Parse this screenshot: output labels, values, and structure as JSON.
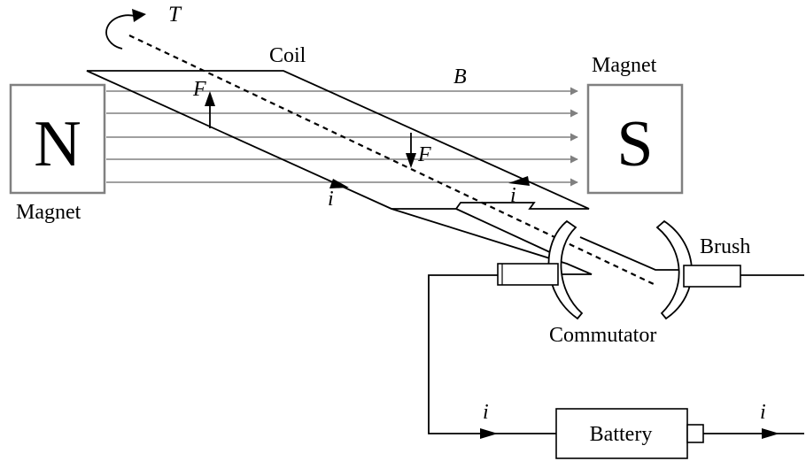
{
  "labels": {
    "torque": "T",
    "coil": "Coil",
    "field": "B",
    "magnet_north_pole": "N",
    "magnet_south_pole": "S",
    "magnet_left": "Magnet",
    "magnet_right": "Magnet",
    "force_up": "F",
    "force_down": "F",
    "current_coil_bottom": "i",
    "current_coil_right": "i",
    "brush": "Brush",
    "commutator": "Commutator",
    "battery": "Battery",
    "current_wire_left": "i",
    "current_wire_right": "i"
  },
  "colors": {
    "line": "#000000",
    "field_lines": "#808080",
    "magnet_border": "#808080"
  }
}
